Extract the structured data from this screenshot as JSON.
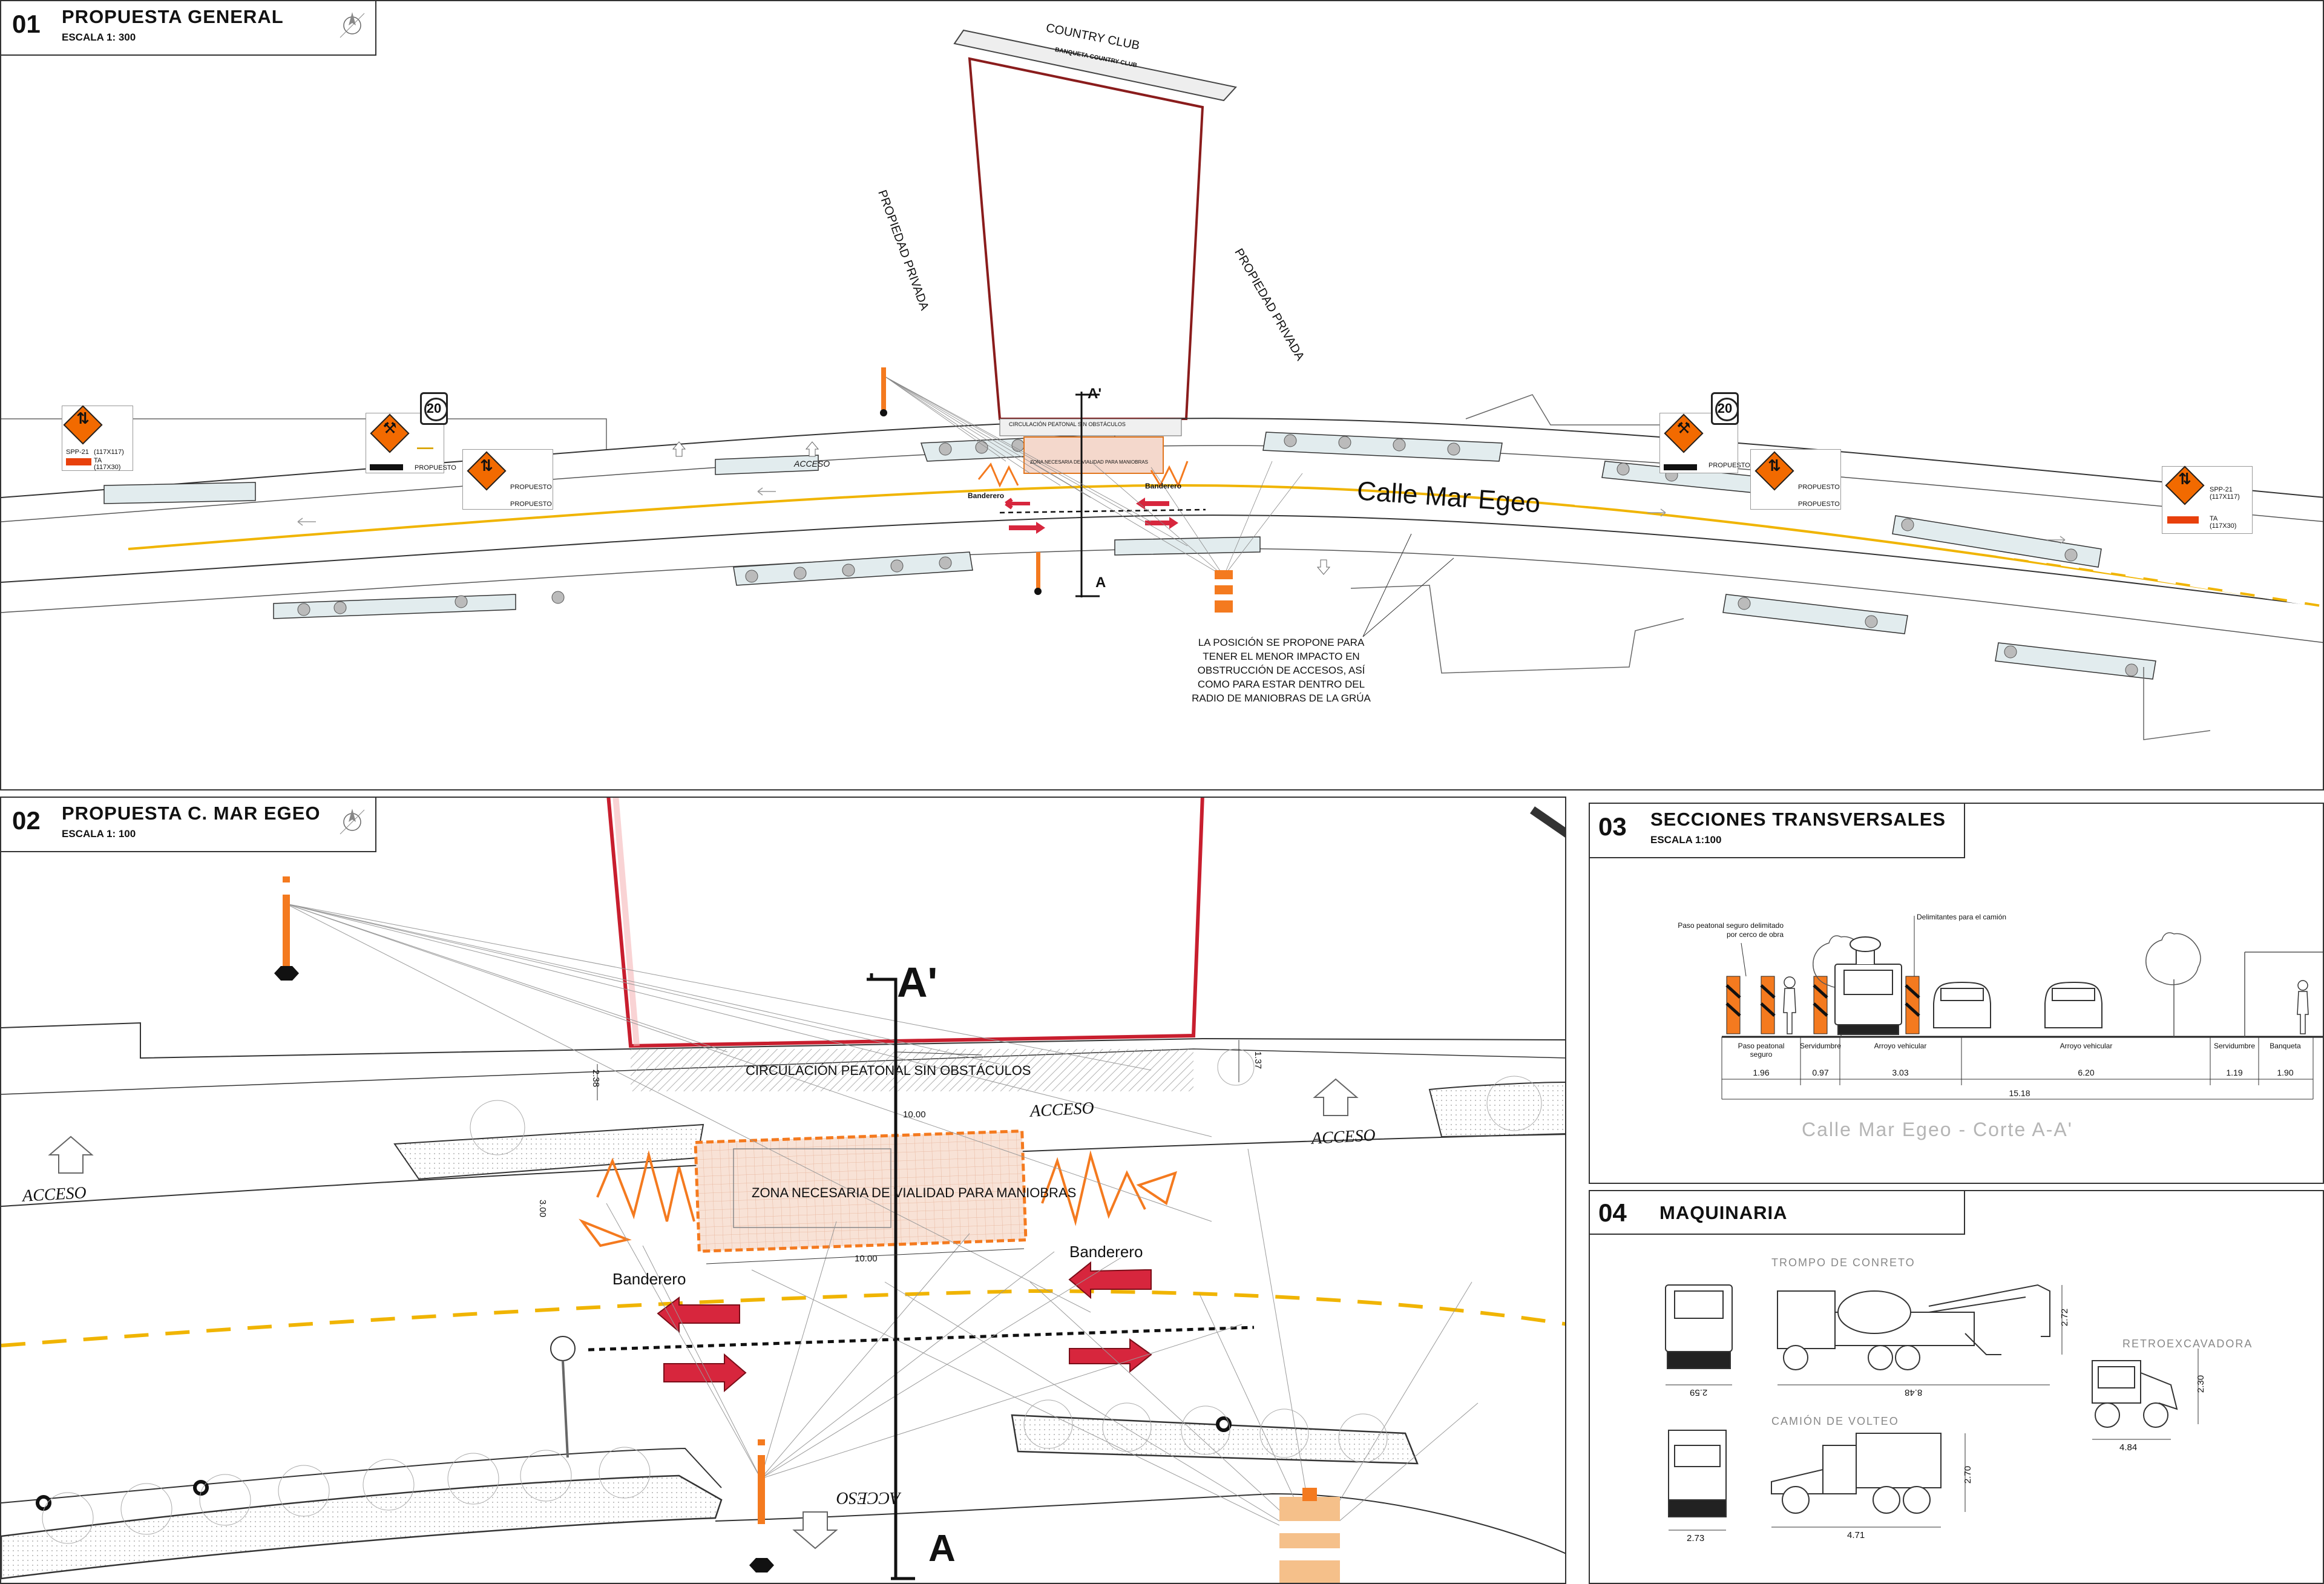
{
  "panel1": {
    "num": "01",
    "title": "PROPUESTA GENERAL",
    "scale": "ESCALA 1: 300",
    "country_club": "COUNTRY CLUB",
    "banqueta": "BANQUETA COUNTRY CLUB",
    "propiedad_left": "PROPIEDAD PRIVADA",
    "propiedad_right": "PROPIEDAD PRIVADA",
    "street": "Calle Mar Egeo",
    "acceso": "ACCESO",
    "section_a": "A",
    "section_a_prime": "A'",
    "circulacion_small": "CIRCULACIÓN PEATONAL SIN OBSTÁCULOS",
    "zona_small": "ZONA NECESARIA DE VIALIDAD PARA MANIOBRAS",
    "banderero": "Banderero",
    "note": "LA POSICIÓN SE PROPONE PARA TENER EL MENOR IMPACTO EN OBSTRUCCIÓN DE ACCESOS, ASÍ COMO PARA ESTAR DENTRO DEL RADIO DE MANIOBRAS DE LA GRÚA",
    "speed": "20",
    "signs": [
      {
        "code": "SPP-21",
        "size": "(117X117)",
        "code2": "TA",
        "size2": "(117X30)"
      },
      {
        "code": "SPP-21",
        "size": "(117X117)",
        "code2": "TA",
        "size2": "(117X30)"
      }
    ],
    "propuesto": "PROPUESTO"
  },
  "panel2": {
    "num": "02",
    "title": "PROPUESTA C. MAR EGEO",
    "scale": "ESCALA 1: 100",
    "circulacion": "CIRCULACIÓN PEATONAL SIN OBSTÁCULOS",
    "zona": "ZONA NECESARIA DE VIALIDAD PARA MANIOBRAS",
    "acceso": "ACCESO",
    "banderero": "Banderero",
    "a": "A",
    "a_prime": "A'",
    "dims": {
      "d1": "2.38",
      "d2": "3.00",
      "d3": "10.00",
      "d4": "10.00",
      "d5": "1.37"
    }
  },
  "panel3": {
    "num": "03",
    "title": "SECCIONES TRANSVERSALES",
    "scale": "ESCALA 1:100",
    "label_paso": "Paso peatonal seguro delimitado por cerco de obra",
    "label_delim": "Delimitantes para el camión",
    "segments": [
      {
        "name": "Paso peatonal seguro",
        "value": "1.96"
      },
      {
        "name": "Servidumbre",
        "value": "0.97"
      },
      {
        "name": "Arroyo vehicular",
        "value": "3.03"
      },
      {
        "name": "Arroyo vehicular",
        "value": "6.20"
      },
      {
        "name": "Servidumbre",
        "value": "1.19"
      },
      {
        "name": "Banqueta",
        "value": "1.90"
      }
    ],
    "total": "15.18",
    "caption": "Calle Mar Egeo - Corte A-A'"
  },
  "panel4": {
    "num": "04",
    "title": "MAQUINARIA",
    "trompo": "TROMPO DE CONRETO",
    "volteo": "CAMIÓN DE VOLTEO",
    "retro": "RETROEXCAVADORA",
    "dims": {
      "t_front": "2.59",
      "t_side": "8.48",
      "t_h": "2.72",
      "v_front": "2.73",
      "v_side": "4.71",
      "v_h": "2.70",
      "r_side": "4.84",
      "r_h": "2.30"
    }
  },
  "colors": {
    "orange": "#f47a1f",
    "red_arrow": "#d7263d",
    "yellow_line": "#f0b400",
    "property_red": "#8a1c1c"
  }
}
